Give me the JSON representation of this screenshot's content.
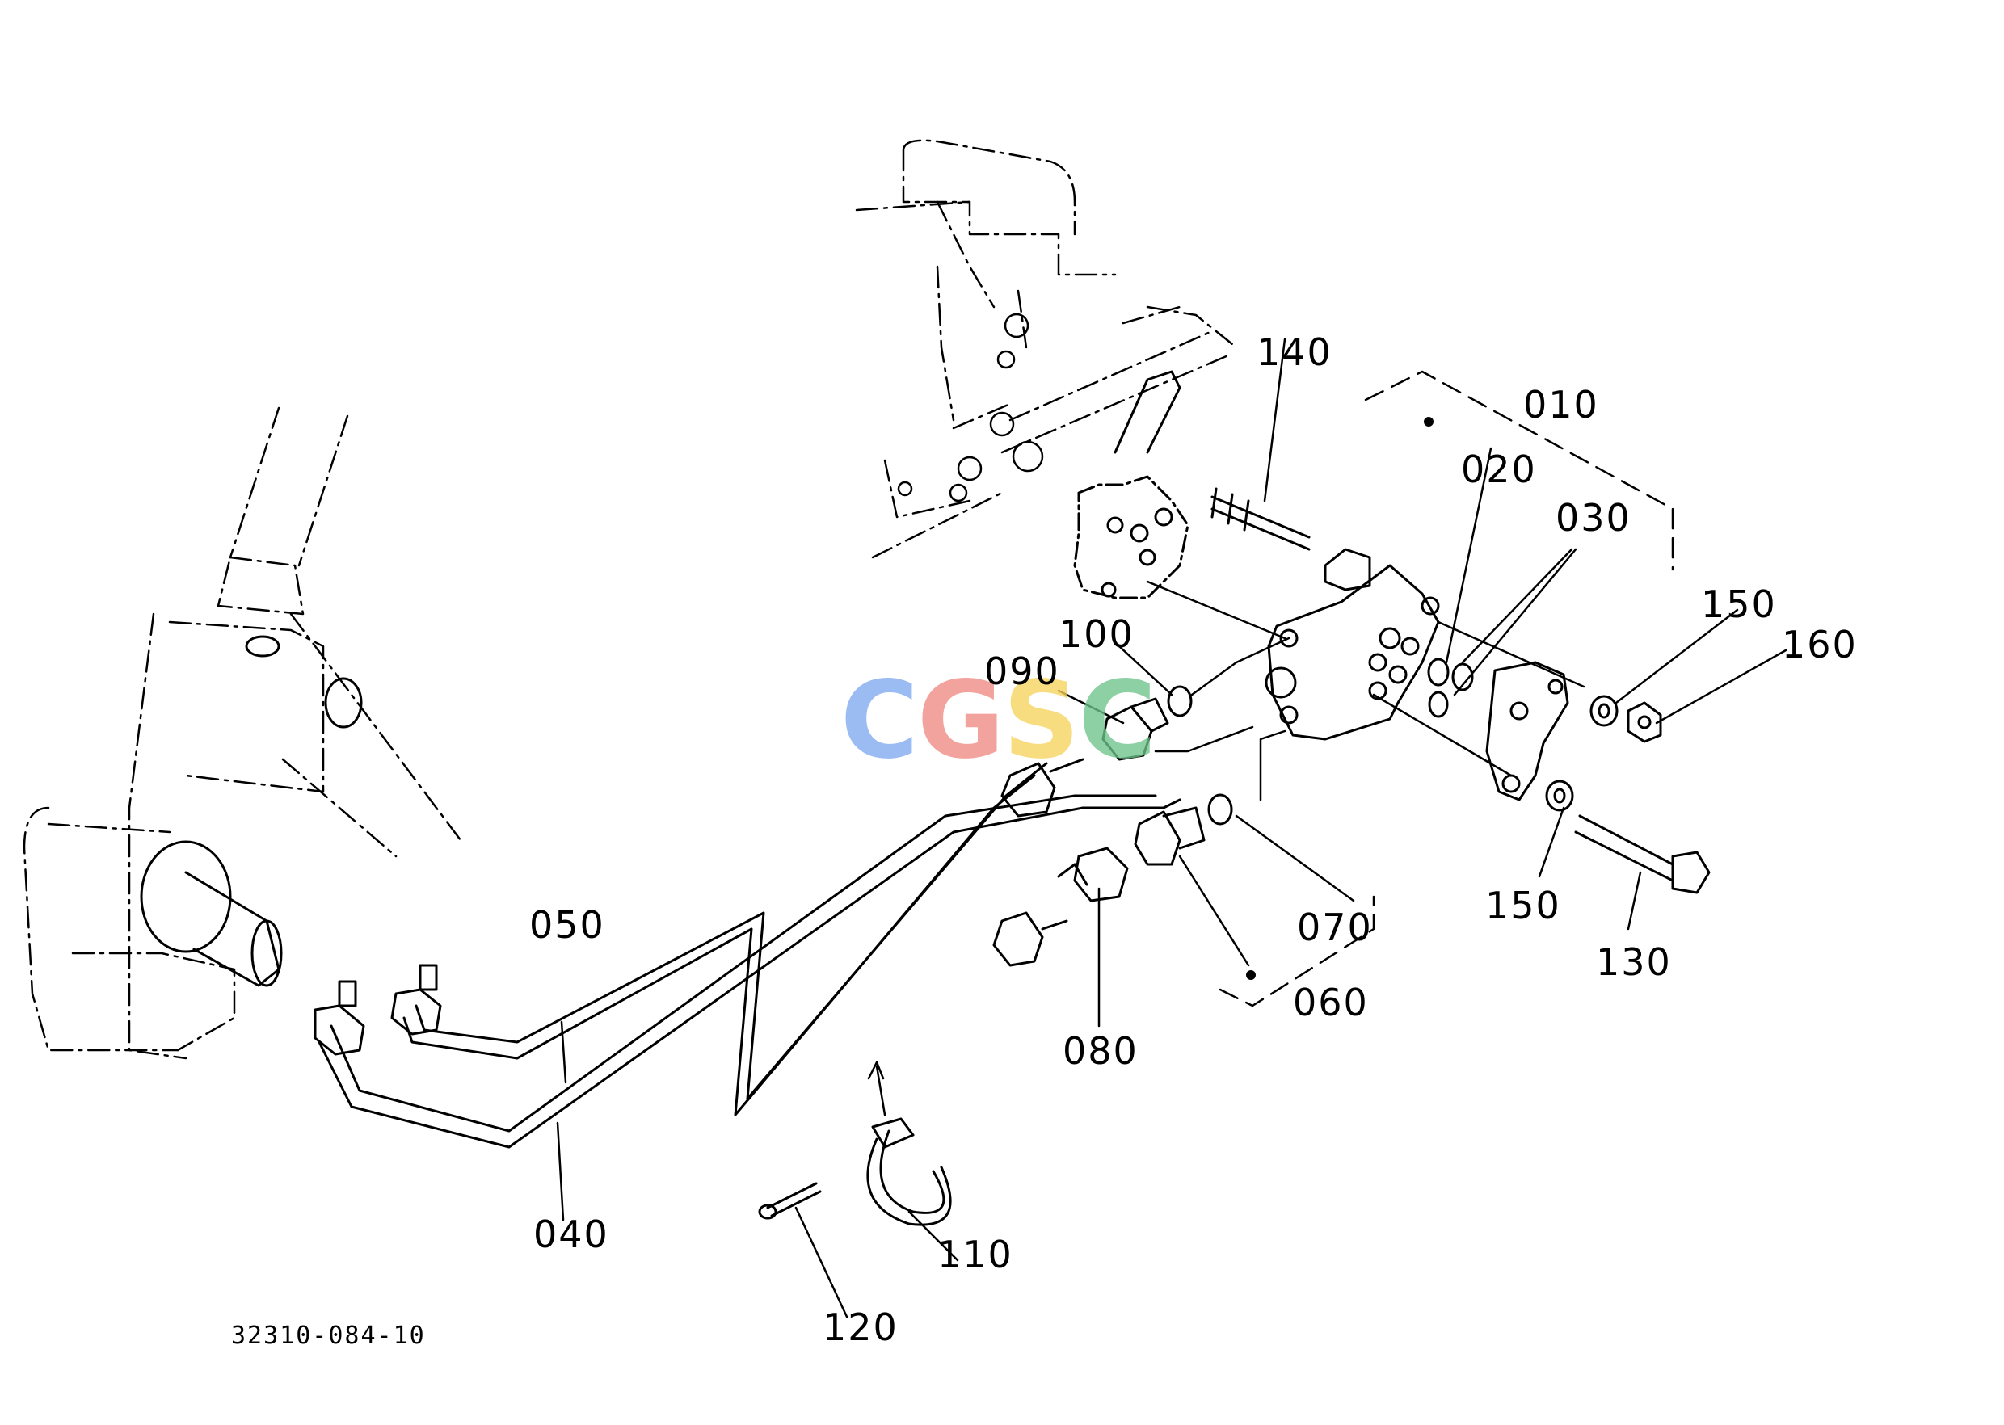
{
  "diagram": {
    "reference_code": "32310-084-10",
    "watermark": {
      "letters": [
        "C",
        "G",
        "S",
        "C"
      ],
      "colors": [
        "#7fa8f0",
        "#f08a84",
        "#f6d45c",
        "#6cc38a"
      ]
    },
    "callouts": {
      "p010": "010",
      "p020": "020",
      "p030": "030",
      "p040": "040",
      "p050": "050",
      "p060": "060",
      "p070": "070",
      "p080": "080",
      "p090": "090",
      "p100": "100",
      "p110": "110",
      "p120": "120",
      "p130": "130",
      "p140": "140",
      "p150a": "150",
      "p150b": "150",
      "p160": "160"
    }
  }
}
